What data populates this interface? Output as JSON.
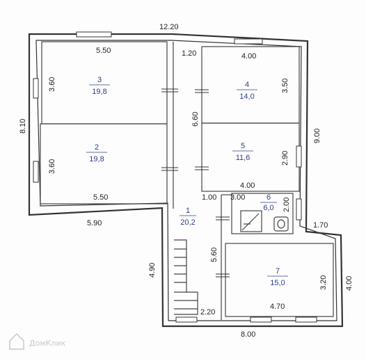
{
  "watermark": "ДомКлик",
  "dims": {
    "top_total": "12.20",
    "left_total": "8.10",
    "room3_top": "5.50",
    "room3_side": "3.60",
    "room2_side": "3.60",
    "room2_bottom": "5.50",
    "corridor_top": "1.20",
    "corridor_len": "6.60",
    "room4_top": "4.00",
    "room4_side": "3.50",
    "right_upper": "9.00",
    "room5_side": "2.90",
    "room5_bottom": "4.00",
    "hall_width": "1.00",
    "bath_width": "3.00",
    "bath_side": "2.00",
    "mid_left": "5.90",
    "annex_step": "1.70",
    "hall_len": "5.60",
    "lower_left": "4.90",
    "room7_side": "3.20",
    "right_lower": "4.00",
    "room7_width": "4.70",
    "stairs_width": "2.20",
    "bottom_total": "8.00"
  },
  "rooms": [
    {
      "num": "1",
      "area": "20,2"
    },
    {
      "num": "2",
      "area": "19,8"
    },
    {
      "num": "3",
      "area": "19,8"
    },
    {
      "num": "4",
      "area": "14,0"
    },
    {
      "num": "5",
      "area": "11,6"
    },
    {
      "num": "6",
      "area": "6,0"
    },
    {
      "num": "7",
      "area": "15,0"
    }
  ]
}
